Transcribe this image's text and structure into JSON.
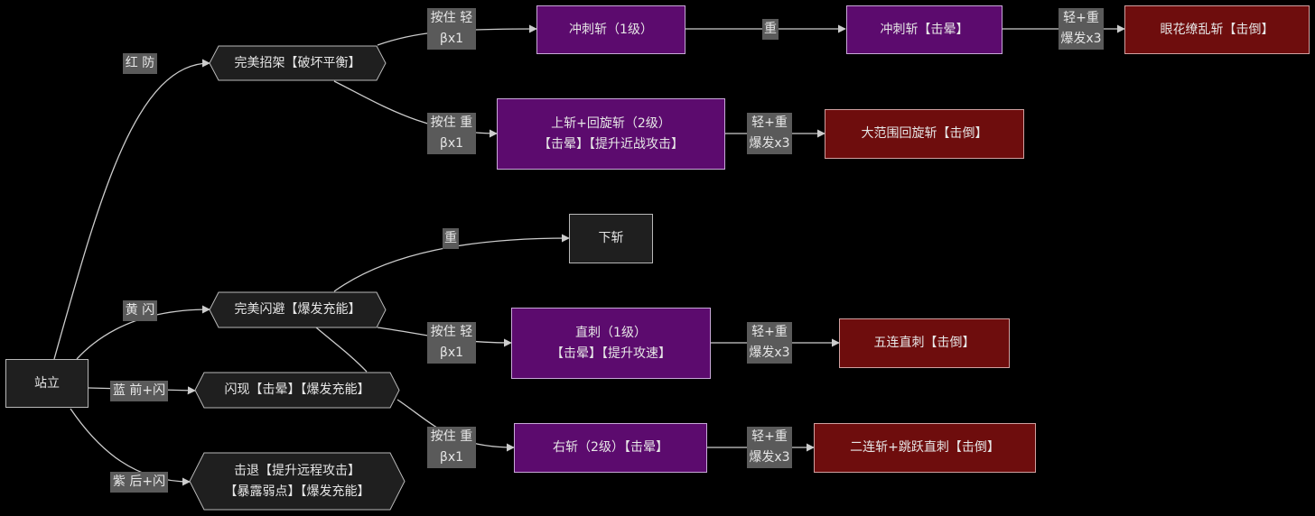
{
  "colors": {
    "background": "#000000",
    "node_dark": "#1f1f1f",
    "node_purple": "#5c0b6e",
    "node_red": "#6e0d0d",
    "edge": "#cccccc",
    "edge_label_bg": "#5a5a5a",
    "text": "#e6e6e6"
  },
  "nodes": {
    "stand": "站立",
    "perfect_parry": "完美招架【破坏平衡】",
    "perfect_dodge": "完美闪避【爆发充能】",
    "flash": "闪现【击晕】【爆发充能】",
    "knockback": "击退【提升远程攻击】\n【暴露弱点】【爆发充能】",
    "dash_slash": "冲刺斩（1级）",
    "dash_slash_stun": "冲刺斩【击晕】",
    "dazzle_slash": "眼花缭乱斩【击倒】",
    "upper_spin": "上斩+回旋斩（2级）\n【击晕】【提升近战攻击】",
    "wide_spin": "大范围回旋斩【击倒】",
    "down_slash": "下斩",
    "thrust": "直刺（1级）\n【击晕】【提升攻速】",
    "five_thrust": "五连直刺【击倒】",
    "right_slash": "右斩（2级）【击晕】",
    "double_slash": "二连斩+跳跃直刺【击倒】"
  },
  "edge_labels": {
    "red_def": "红 防",
    "yellow_dodge": "黄 闪",
    "blue_fwd": "蓝 前+闪",
    "purple_back": "紫 后+闪",
    "hold_light_1": "按住 轻\nβx1",
    "hold_heavy_1": "按住 重\nβx1",
    "heavy_1": "重",
    "burst_1": "轻+重\n爆发x3",
    "burst_2": "轻+重\n爆发x3",
    "heavy_2": "重",
    "hold_light_2": "按住 轻\nβx1",
    "hold_heavy_2": "按住 重\nβx1",
    "burst_3": "轻+重\n爆发x3",
    "burst_4": "轻+重\n爆发x3"
  }
}
